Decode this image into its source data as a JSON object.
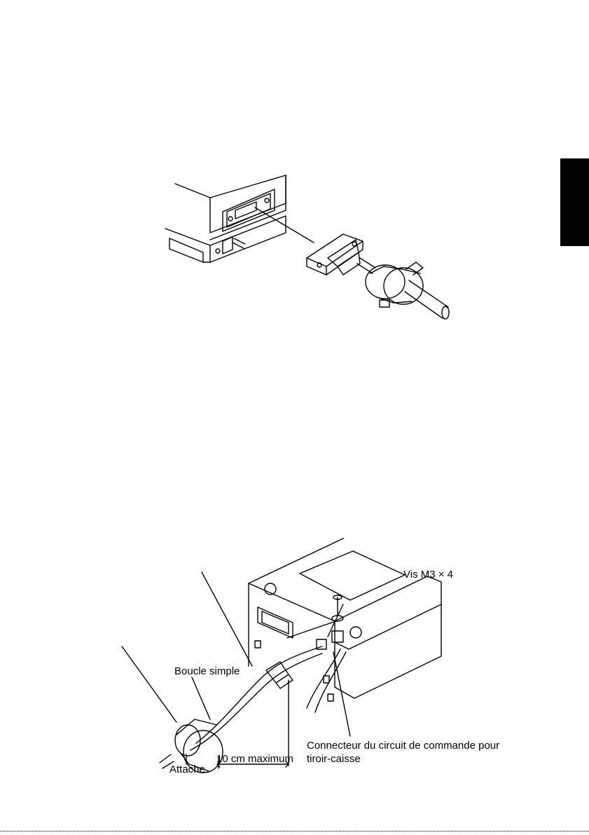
{
  "figure_bottom": {
    "labels": {
      "screw": "Vis M3 × 4",
      "loop": "Boucle simple",
      "connector_line1": "Connecteur du circuit de commande pour",
      "connector_line2": "tiroir-caisse",
      "distance": "10 cm maximum",
      "tie": "Attache"
    }
  },
  "colors": {
    "ink": "#000000",
    "paper": "#ffffff"
  }
}
